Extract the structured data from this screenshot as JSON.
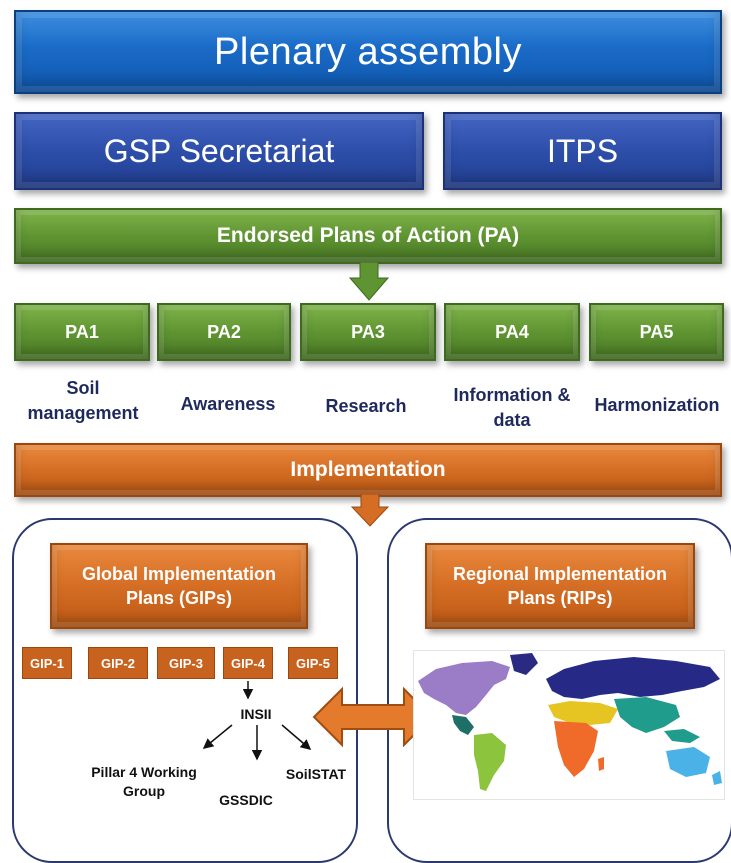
{
  "header": {
    "title": "Plenary assembly"
  },
  "bodies": {
    "secretariat": "GSP Secretariat",
    "itps": "ITPS"
  },
  "plans": {
    "title": "Endorsed Plans of Action (PA)",
    "items": [
      {
        "code": "PA1",
        "label": "Soil management"
      },
      {
        "code": "PA2",
        "label": "Awareness"
      },
      {
        "code": "PA3",
        "label": "Research"
      },
      {
        "code": "PA4",
        "label": "Information & data"
      },
      {
        "code": "PA5",
        "label": "Harmonization"
      }
    ]
  },
  "implementation": {
    "title": "Implementation",
    "global": {
      "title": "Global Implementation Plans (GIPs)",
      "gips": [
        "GIP-1",
        "GIP-2",
        "GIP-3",
        "GIP-4",
        "GIP-5"
      ],
      "insii": "INSII",
      "children": [
        "Pillar 4 Working Group",
        "GSSDIC",
        "SoilSTAT"
      ]
    },
    "regional": {
      "title": "Regional Implementation Plans (RIPs)"
    }
  },
  "colors": {
    "blue": "#1a6bc7",
    "navy": "#2d4ea9",
    "green": "#5f9432",
    "orange": "#d56e24",
    "label": "#1f2a5c"
  }
}
